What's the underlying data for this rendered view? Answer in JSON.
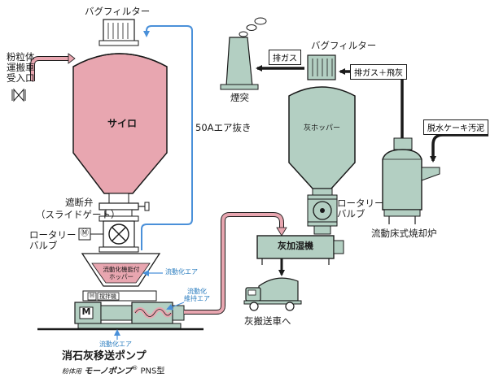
{
  "colors": {
    "silo_fill": "#e8a6b0",
    "equipment_fill": "#b3cfc2",
    "air_line": "#4a90d9",
    "pink_pipe": "#e8a6b0",
    "ink": "#1a1a1a"
  },
  "left_system": {
    "bag_filter": "バグフィルター",
    "inlet_lines": [
      "粉粒体",
      "運搬車",
      "受入口"
    ],
    "silo": "サイロ",
    "air_vent": "50Aエア抜き",
    "shutoff_valve_lines": [
      "遮断弁",
      "（スライドゲート）"
    ],
    "rotary_valve_lines": [
      "ロータリー",
      "バルブ"
    ],
    "motor_symbol": "Ⓜ",
    "hopper_lines": [
      "流動化機能付",
      "ホッパー"
    ],
    "fluidizing_air_hopper": "流動化エア",
    "agitator_motor": "Ⓜ",
    "agitator": "撹拌機",
    "fluidizing_maintain_air_lines": [
      "流動化",
      "維持エア"
    ],
    "main_motor": "M",
    "fluidizing_air_bottom": "流動化エア"
  },
  "pump_title": "消石灰移送ポンプ",
  "pump_subtitle": {
    "prefix": "粉体用",
    "brand": "モーノポンプ",
    "registered": "®",
    "model": " PNS型"
  },
  "right_system": {
    "chimney": "煙突",
    "exhaust_gas": "排ガス",
    "bag_filter": "バグフィルター",
    "exhaust_fly_ash": "排ガス＋飛灰",
    "ash_hopper": "灰ホッパー",
    "rotary_valve_lines": [
      "ロータリー",
      "バルブ"
    ],
    "dewatered_sludge": "脱水ケーキ汚泥",
    "incinerator": "流動床式焼却炉",
    "ash_humidifier": "灰加湿機",
    "to_ash_truck": "灰搬送車へ"
  }
}
